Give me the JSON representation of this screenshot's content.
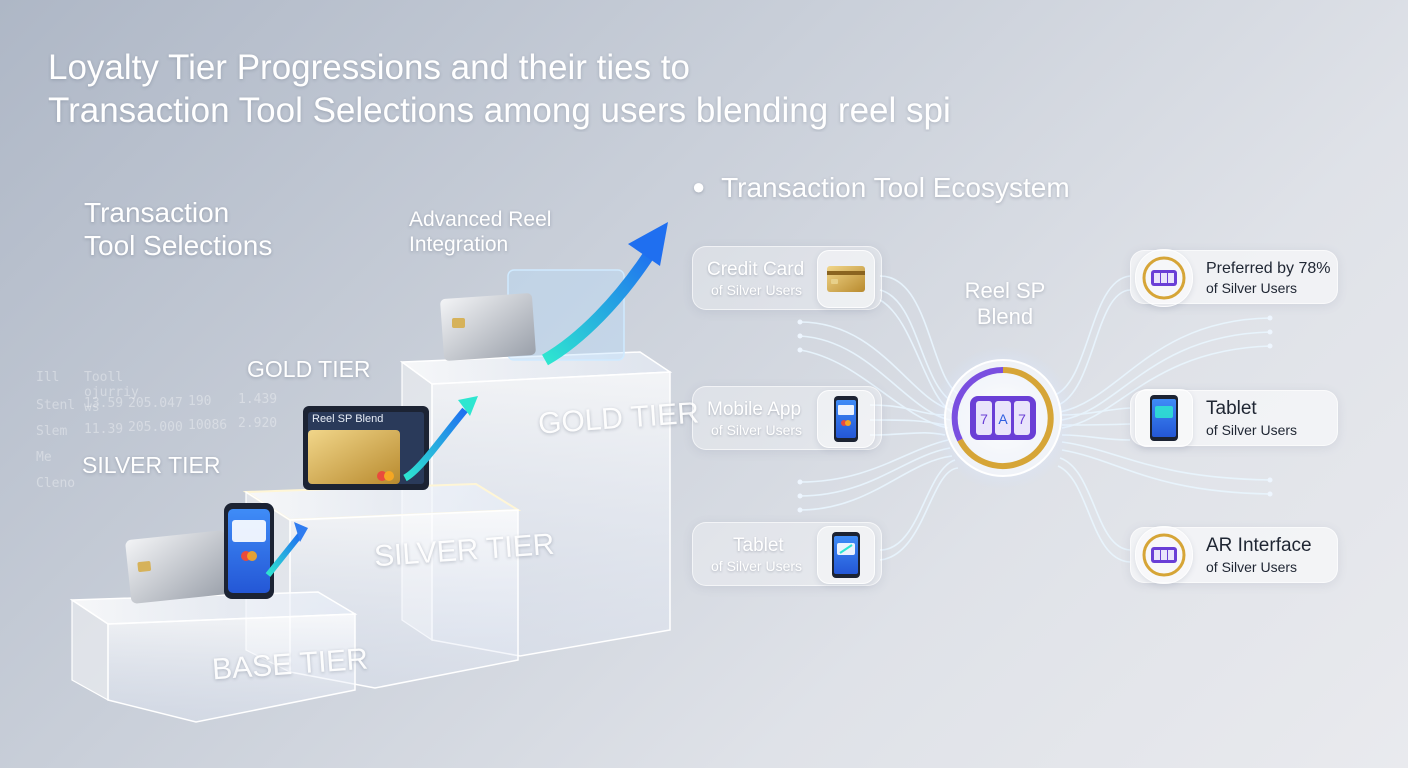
{
  "title": {
    "line1": "Loyalty Tier Progressions and their ties to",
    "line2": "Transaction Tool Selections among users blending reel spi"
  },
  "left": {
    "section_line1": "Transaction",
    "section_line2": "Tool Selections",
    "advanced_line1": "Advanced Reel",
    "advanced_line2": "Integration",
    "gold_label": "GOLD TIER",
    "silver_label": "SILVER TIER",
    "ghost_rows": [
      [
        "Ill",
        "Tooll ojurriy ws",
        "",
        ""
      ],
      [
        "Stenl",
        "13.59",
        "205.047",
        "190",
        "1.439"
      ],
      [
        "Slem",
        "11.39",
        "205.000",
        "10086",
        "2.920"
      ],
      [
        "Me",
        "",
        "",
        "",
        ""
      ],
      [
        "Cleno",
        "",
        "",
        "",
        ""
      ]
    ]
  },
  "podium": {
    "base": "BASE TIER",
    "silver": "SILVER TIER",
    "gold": "GOLD TIER",
    "card_caption": "Reel SP Blend"
  },
  "ecosystem": {
    "title": "Transaction Tool Ecosystem",
    "hub_line1": "Reel SP",
    "hub_line2": "Blend",
    "left_items": [
      {
        "line1": "Credit Card",
        "line2": "of Silver Users",
        "icon": "credit-card-icon"
      },
      {
        "line1": "Mobile App",
        "line2": "of Silver Users",
        "icon": "mobile-phone-icon"
      },
      {
        "line1": "Tablet",
        "line2": "of Silver Users",
        "icon": "tablet-icon"
      }
    ],
    "right_items": [
      {
        "line1": "Preferred by 78%",
        "line2": "of Silver Users",
        "icon": "reel-icon"
      },
      {
        "line1": "Tablet",
        "line2": "of Silver Users",
        "icon": "tablet-icon"
      },
      {
        "line1": "AR Interface",
        "line2": "of Silver Users",
        "icon": "reel-icon"
      }
    ]
  },
  "colors": {
    "accent_blue": "#2f7cf0",
    "accent_teal": "#2ee6d0",
    "gold": "#d6a537",
    "purple": "#6a3fd6"
  }
}
